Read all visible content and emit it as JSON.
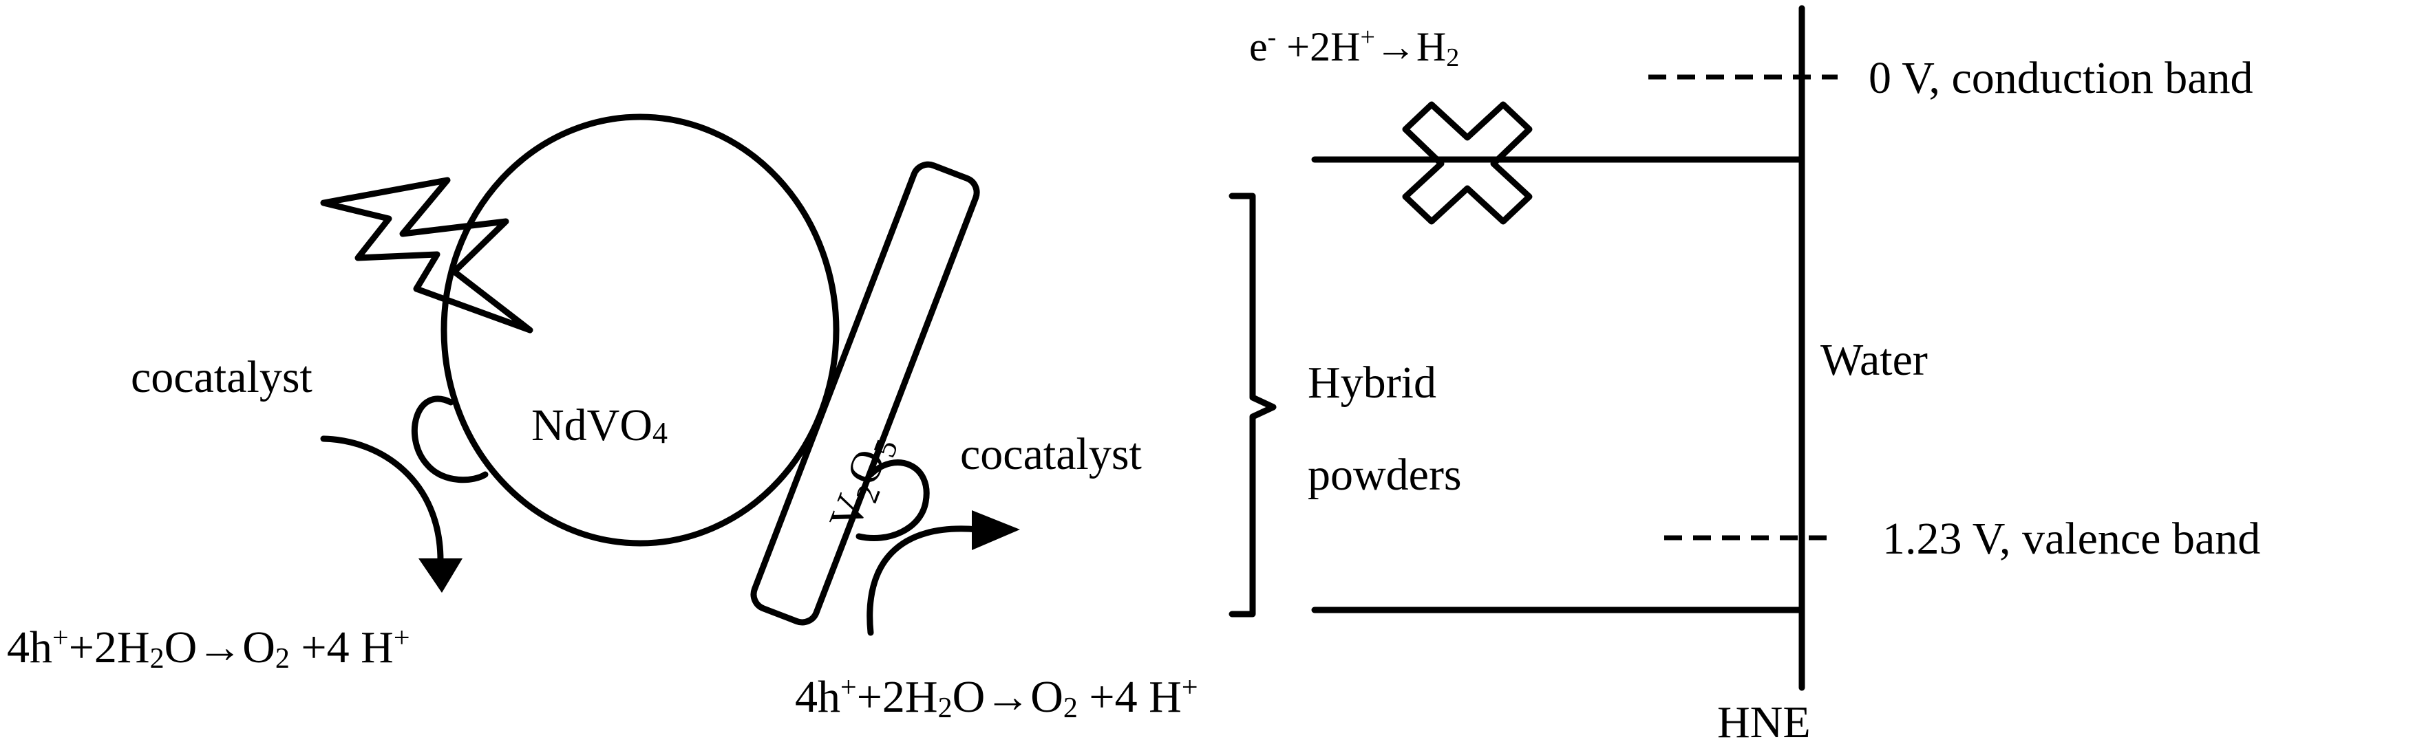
{
  "left": {
    "semiconductor_main": "NdVO",
    "semiconductor_main_sub": "4",
    "semiconductor_rod": {
      "v": "V",
      "two": "2",
      "o": "O",
      "five": "5"
    },
    "cocatalyst_left": "cocatalyst",
    "cocatalyst_right": "cocatalyst",
    "reaction_left": {
      "a": "4h",
      "sup": "+",
      "b": "+2H",
      "sub1": "2",
      "c": "O",
      "arrow": "→",
      "d": "O",
      "sub2": "2",
      "e": " +4 H",
      "sup2": "+"
    },
    "reaction_right": {
      "a": "4h",
      "sup": "+",
      "b": "+2H",
      "sub1": "2",
      "c": "O",
      "arrow": "→",
      "d": "O",
      "sub2": "2",
      "e": " +4 H",
      "sup2": "+"
    }
  },
  "middle": {
    "hybrid_label_line1": "Hybrid",
    "hybrid_label_line2": "powders"
  },
  "right": {
    "reduction": {
      "e": "e",
      "esup": "-",
      "b": " +2H",
      "sup": "+",
      "arrow": "→",
      "c": "H",
      "sub": "2"
    },
    "conduction_label": "0 V, conduction band",
    "valence_label": "1.23 V, valence band",
    "water_label": "Water",
    "axis_label": "HNE"
  },
  "colors": {
    "ink": "#000000",
    "background": "#ffffff"
  }
}
